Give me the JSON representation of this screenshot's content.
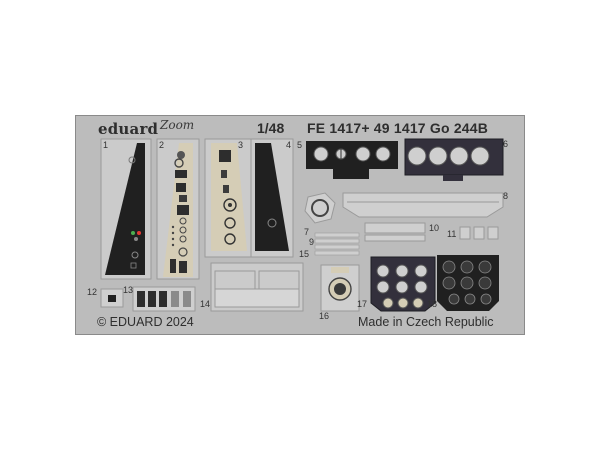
{
  "sheet": {
    "brand": "eduard",
    "brand_sub": "Zoom",
    "scale": "1/48",
    "product_code": "FE 1417+ 49 1417 Go 244B",
    "copyright": "© EDUARD 2024",
    "origin": "Made in Czech Republic"
  },
  "part_numbers": [
    "1",
    "2",
    "3",
    "4",
    "5",
    "6",
    "7",
    "8",
    "9",
    "10",
    "11",
    "12",
    "13",
    "14",
    "15",
    "16",
    "17",
    "18"
  ],
  "colors": {
    "background": "#ffffff",
    "fret": "#bcbcbc",
    "fret_border": "#8a8a8a",
    "part_metal": "#cfcfcf",
    "part_black": "#202020",
    "part_tan": "#d5cdb6",
    "part_dark_panel": "#33303c",
    "gauge_dark": "#3a3a3a"
  }
}
